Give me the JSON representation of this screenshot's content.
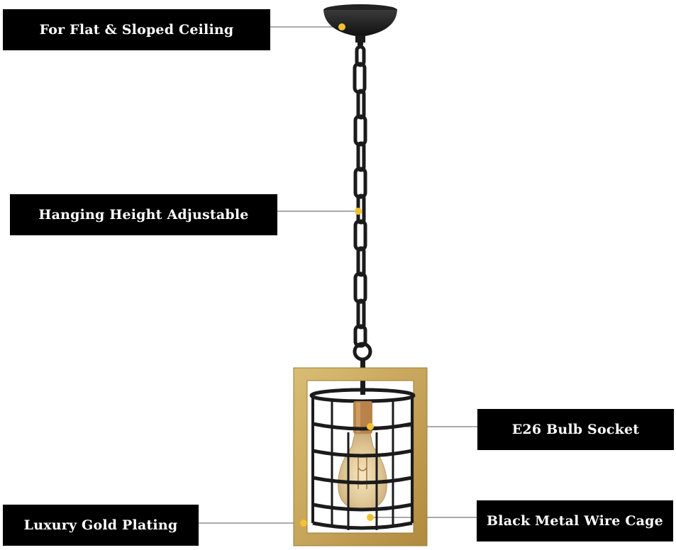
{
  "callouts": {
    "ceiling": "For Flat & Sloped Ceiling",
    "height": "Hanging Height Adjustable",
    "socket": "E26 Bulb Socket",
    "gold": "Luxury Gold Plating",
    "cage": "Black Metal Wire Cage"
  },
  "colors": {
    "label_bg": "#000000",
    "label_text": "#ffffff",
    "marker": "#f2c230",
    "gold_frame": "#c9a85a",
    "metal": "#1b1b1b"
  }
}
